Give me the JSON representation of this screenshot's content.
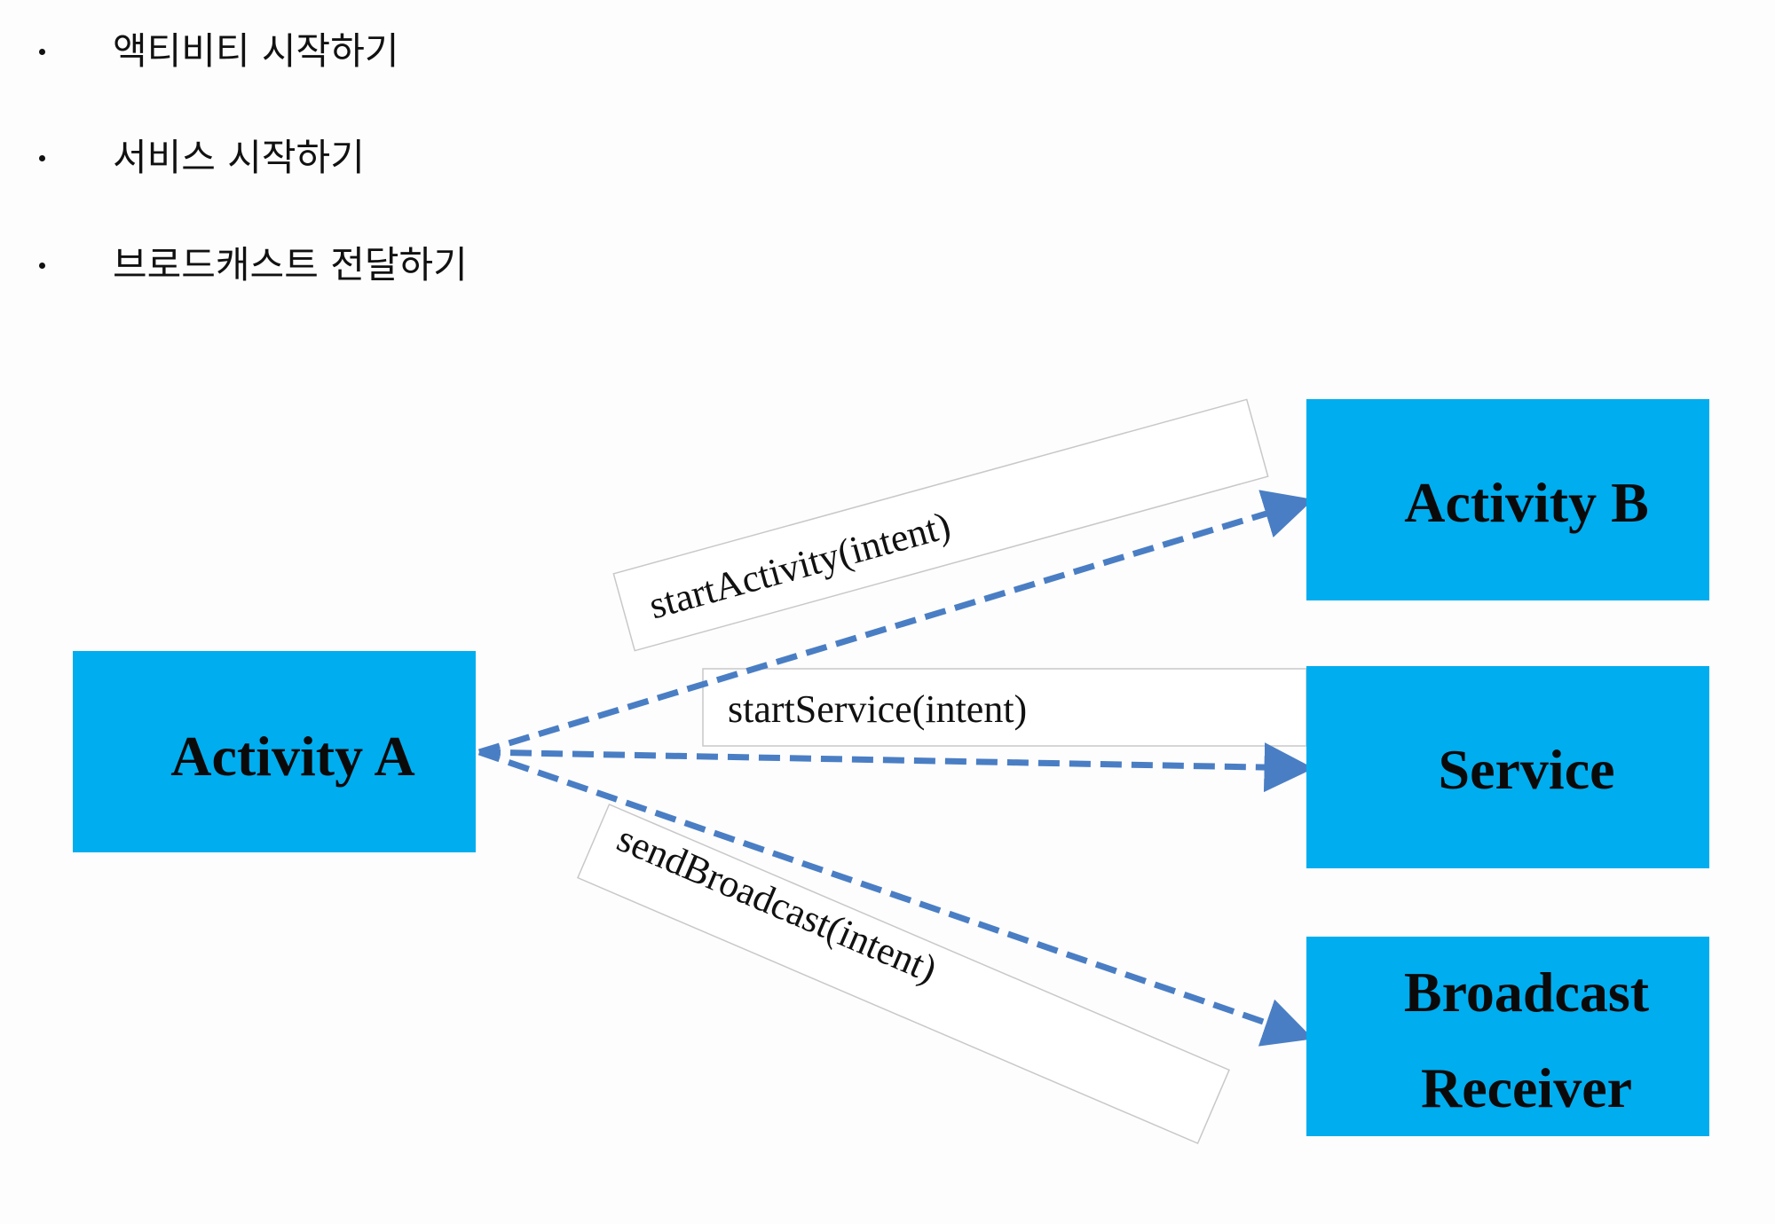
{
  "bullets": [
    {
      "text": "액티비티 시작하기"
    },
    {
      "text": "서비스 시작하기"
    },
    {
      "text": "브로드캐스트 전달하기"
    }
  ],
  "diagram": {
    "colors": {
      "box_fill": "#00adef",
      "box_text": "#0a0a0a",
      "arrow": "#4a7ec4",
      "label_border": "#c8c8c8",
      "label_fill": "#ffffff",
      "label_text": "#111111"
    },
    "nodes": {
      "activity_a": {
        "label": "Activity A"
      },
      "activity_b": {
        "label": "Activity B"
      },
      "service": {
        "label": "Service"
      },
      "broadcast_receiver": {
        "line1": "Broadcast",
        "line2": "Receiver"
      }
    },
    "edges": {
      "start_activity": {
        "label": "startActivity(intent)"
      },
      "start_service": {
        "label": "startService(intent)"
      },
      "send_broadcast": {
        "label": "sendBroadcast(intent)"
      }
    }
  }
}
